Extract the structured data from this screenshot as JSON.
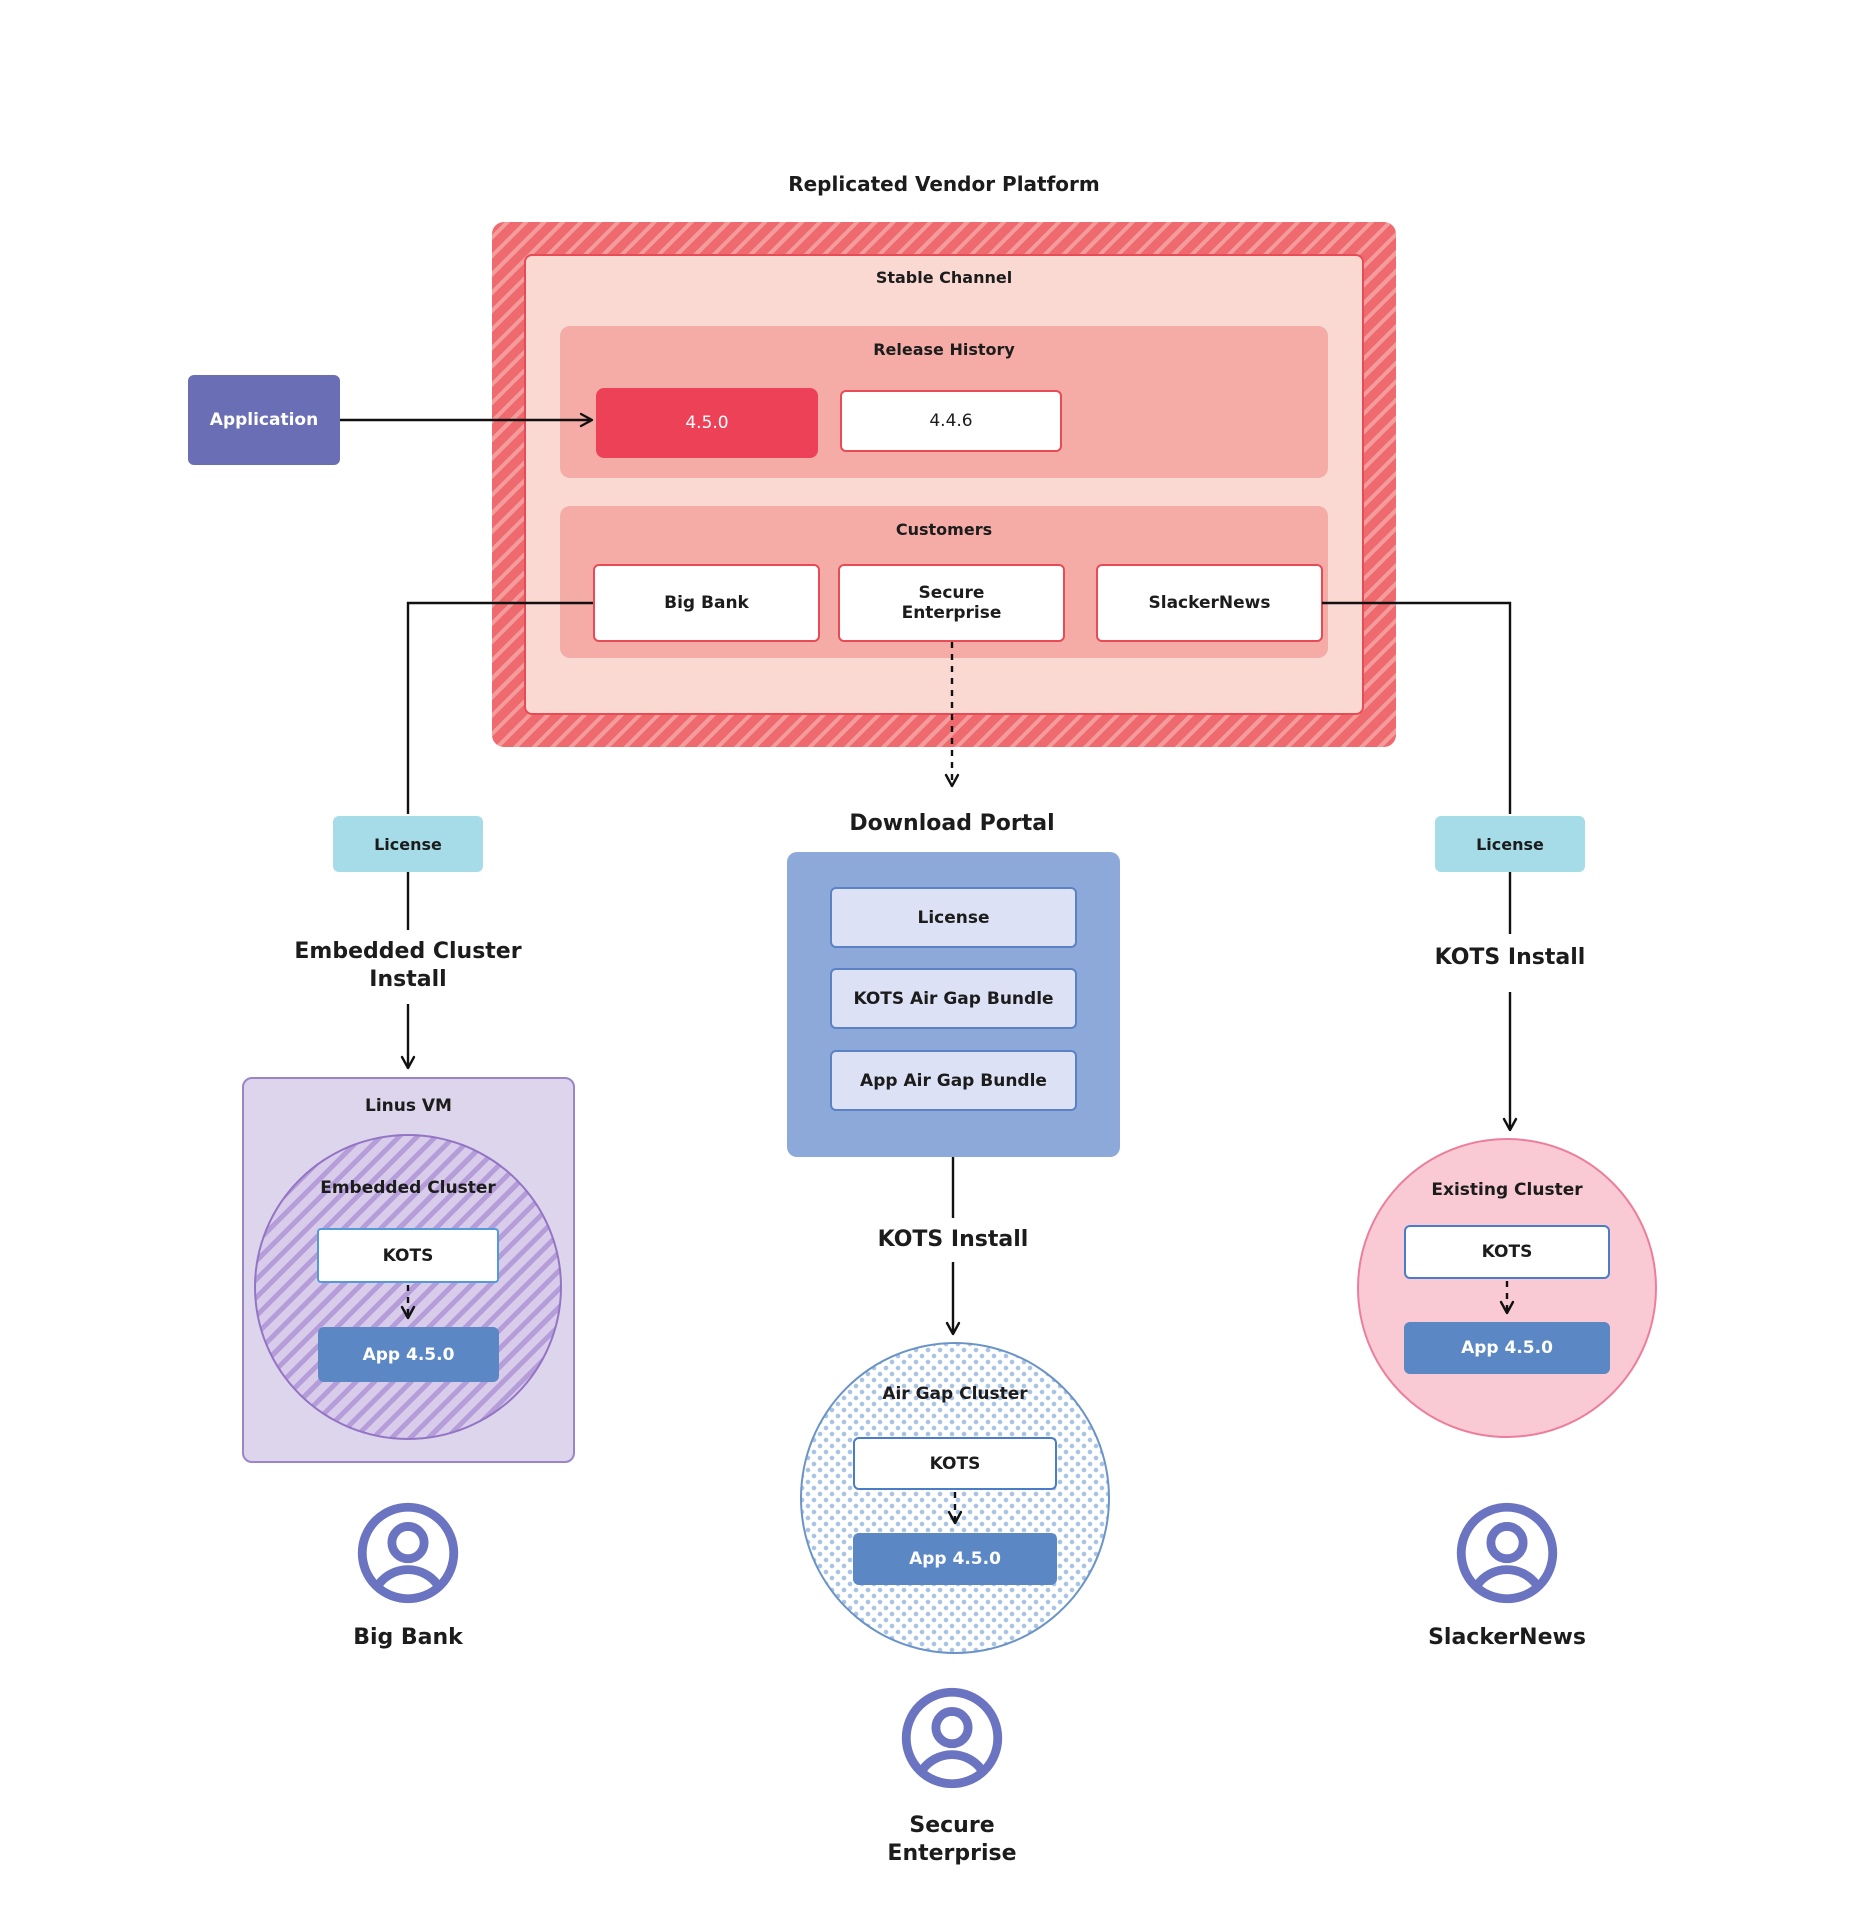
{
  "title": "Replicated Vendor Platform",
  "platform": {
    "stable_channel_label": "Stable Channel",
    "release_history": {
      "label": "Release History",
      "releases": [
        {
          "version": "4.5.0",
          "highlight": true
        },
        {
          "version": "4.4.6",
          "highlight": false
        }
      ]
    },
    "customers": {
      "label": "Customers",
      "items": [
        {
          "name": "Big Bank"
        },
        {
          "name": "Secure\nEnterprise"
        },
        {
          "name": "SlackerNews"
        }
      ]
    }
  },
  "application": {
    "label": "Application"
  },
  "left_flow": {
    "license_label": "License",
    "install_label": "Embedded Cluster\nInstall",
    "vm": {
      "title": "Linus VM",
      "cluster_label": "Embedded Cluster",
      "kots_label": "KOTS",
      "app_label": "App 4.5.0"
    },
    "user_label": "Big Bank"
  },
  "middle_flow": {
    "portal_title": "Download Portal",
    "portal_items": [
      {
        "label": "License"
      },
      {
        "label": "KOTS Air Gap Bundle"
      },
      {
        "label": "App Air Gap Bundle"
      }
    ],
    "install_label": "KOTS Install",
    "cluster": {
      "title": "Air Gap Cluster",
      "kots_label": "KOTS",
      "app_label": "App 4.5.0"
    },
    "user_label": "Secure\nEnterprise"
  },
  "right_flow": {
    "license_label": "License",
    "install_label": "KOTS Install",
    "cluster": {
      "title": "Existing Cluster",
      "kots_label": "KOTS",
      "app_label": "App 4.5.0"
    },
    "user_label": "SlackerNews"
  },
  "colors": {
    "hatch_red": "#EF6A6E",
    "hatch_red_light": "#F49B9B",
    "red_border": "#E84B55",
    "pink_light": "#FBD9D3",
    "salmon": "#F5ACA6",
    "crimson": "#ED4158",
    "application_purple": "#6A6FB5",
    "license_cyan": "#A5DCE7",
    "portal_blue": "#8DA9D9",
    "portal_item_fill": "#DCE1F5",
    "portal_item_border": "#5A82C4",
    "app_blue": "#5B87C5",
    "kots_border_blue": "#4A7CC7",
    "vm_purple_fill": "#DDD5EC",
    "vm_purple_border": "#9C84C9",
    "cluster_pink_fill": "#F9C9D4",
    "cluster_pink_border": "#EC7E9C",
    "airgap_blue_border": "#6A93C8",
    "user_icon_purple": "#6B74C1",
    "connector_black": "#111111"
  }
}
